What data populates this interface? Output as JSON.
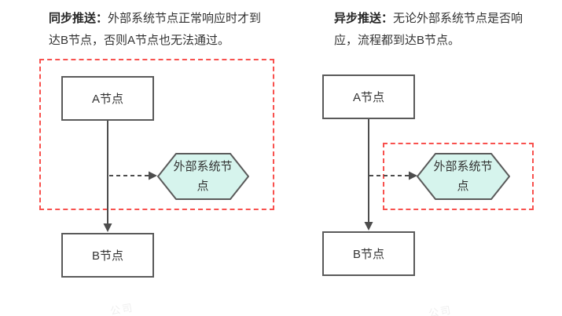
{
  "left": {
    "title": {
      "bold": "同步推送：",
      "line1_rest": "外部系统节点正常响应时才到",
      "line2": "达B节点，否则A节点也无法通过。"
    },
    "node_a": "A节点",
    "node_b": "B节点",
    "external_node": "外部系统节点"
  },
  "right": {
    "title": {
      "bold": "异步推送：",
      "line1_rest": "无论外部系统节点是否响",
      "line2": "应，流程都到达B节点。"
    },
    "node_a": "A节点",
    "node_b": "B节点",
    "external_node": "外部系统节点"
  },
  "watermark": "公司",
  "colors": {
    "node_border": "#5a5a5a",
    "dashed_region": "#f8514e",
    "hexagon_fill": "#d6f4ed",
    "arrow": "#4d4d4d",
    "text": "#333333"
  }
}
